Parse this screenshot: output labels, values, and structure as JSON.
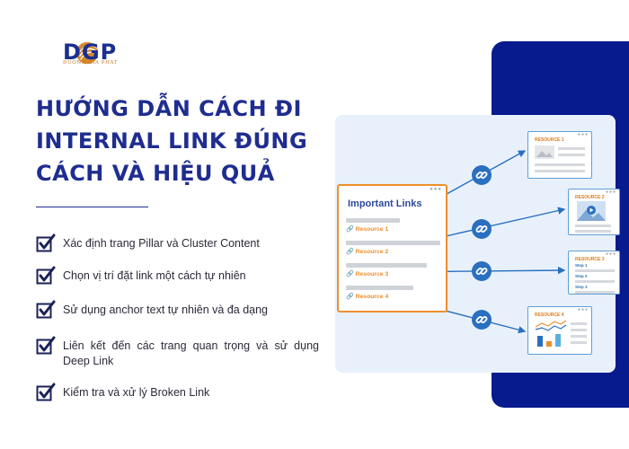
{
  "brand": {
    "name": "DGP",
    "tagline": "DUONG GIA PHAT",
    "color_primary": "#1a2f8f",
    "color_accent": "#c47a2a"
  },
  "title": {
    "line1": "HƯỚNG DẪN CÁCH ĐI",
    "line2": "INTERNAL LINK ĐÚNG",
    "line3": "CÁCH VÀ HIỆU QUẢ"
  },
  "checklist": [
    {
      "icon": "checkbox-check-icon",
      "text": "Xác định trang Pillar và Cluster Content"
    },
    {
      "icon": "checkbox-check-icon",
      "text": "Chọn vị trí đặt link một cách tự nhiên"
    },
    {
      "icon": "checkbox-check-icon",
      "text": "Sử dụng anchor text tự nhiên và đa dạng"
    },
    {
      "icon": "checkbox-check-icon",
      "text": "Liên kết đến các trang quan trọng và sử dụng Deep Link"
    },
    {
      "icon": "checkbox-check-icon",
      "text": "Kiểm tra và xử lý Broken Link"
    }
  ],
  "diagram": {
    "important_links_title": "Important Links",
    "resources": [
      "Resource 1",
      "Resource 2",
      "Resource 3",
      "Resource 4"
    ],
    "pages": [
      "RESOURCE 1",
      "RESOURCE 2",
      "RESOURCE 3",
      "RESOURCE 4"
    ],
    "steps": [
      "Step 1",
      "Step 2",
      "Step 3"
    ],
    "colors": {
      "navy_panel": "#071a8e",
      "card_bg": "#e8f1fb",
      "orange": "#ee8f2c",
      "link_blue": "#2a6fc0"
    }
  }
}
